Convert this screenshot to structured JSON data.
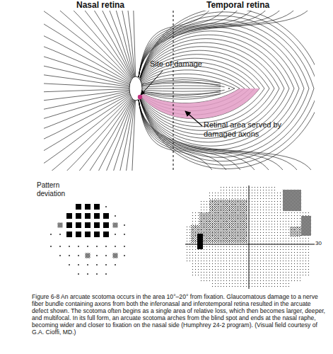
{
  "diagram": {
    "caption": "Figure 6-8 An arcuate scotoma occurs in the area 10°–20° from fixation. Glaucomatous damage to a nerve fiber bundle containing axons from both the inferonasal and inferotemporal retina resulted in the arcuate defect shown. The scotoma often begins as a single area of relative loss, which then becomes larger, deeper, and multifocal. In its full form, an arcuate scotoma arches from the blind spot and ends at the nasal raphe, becoming wider and closer to fixation on the nasal side (Humphrey 24-2 program). (Visual field courtesy of G.A. Cioffi, MD.)",
    "labels": [
      "Nasal retina",
      "Temporal retina",
      "Site of damage",
      "Retinal area served by damaged axons",
      "Pattern deviation",
      "30"
    ]
  }
}
